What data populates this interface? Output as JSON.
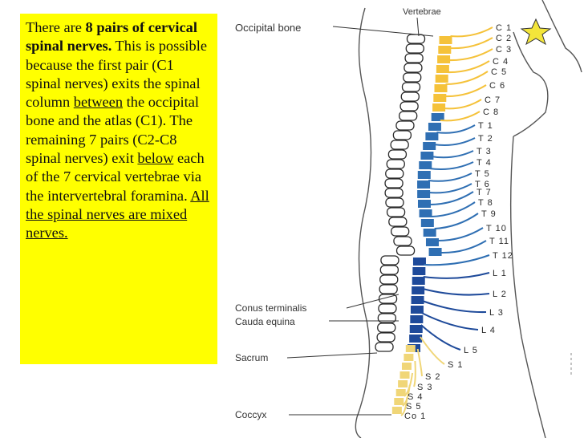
{
  "note": {
    "p1": "There are ",
    "p2_bold": "8 pairs of cervical spinal nerves.",
    "p3": " This is possible because the first pair (C1 spinal nerves) exits the spinal column ",
    "p4_underline": "between",
    "p5": " the occipital bone and the atlas (C1).  The remaining 7 pairs (C2-C8 spinal nerves) exit ",
    "p6_underline": "below",
    "p7": " each of the 7 cervical vertebrae via the intervertebral foramina.  ",
    "p8_underline": "All the spinal nerves are mixed nerves."
  },
  "figure": {
    "labels": {
      "vertebrae": "Vertebrae",
      "occipital": "Occipital bone",
      "conus": "Conus terminalis",
      "cauda": "Cauda equina",
      "sacrum": "Sacrum",
      "coccyx": "Coccyx"
    },
    "segments": [
      "C 1",
      "C 2",
      "C 3",
      "C 4",
      "C 5",
      "C 6",
      "C 7",
      "C 8",
      "T 1",
      "T 2",
      "T 3",
      "T 4",
      "T 5",
      "T 6",
      "T 7",
      "T 8",
      "T 9",
      "T 10",
      "T 11",
      "T 12",
      "L 1",
      "L 2",
      "L 3",
      "L 4",
      "L 5",
      "S 1",
      "S 2",
      "S 3",
      "S 4",
      "S 5",
      "Co 1"
    ],
    "colors": {
      "cervical": "#f5c23a",
      "thoracic": "#2f6fb3",
      "lumbar": "#1e4a9a",
      "sacral": "#f0d678",
      "outline": "#2b2b2b",
      "star": "#f3e53a"
    }
  }
}
